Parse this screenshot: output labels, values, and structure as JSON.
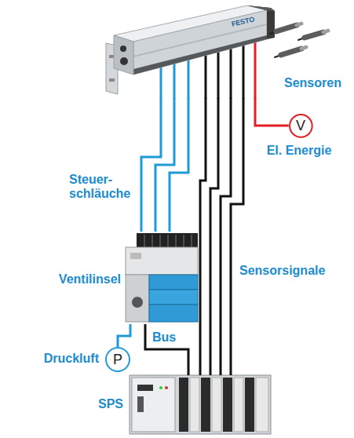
{
  "diagram": {
    "nodes": [
      {
        "text": [
          "FESTO"
        ]
      },
      {
        "text": [
          "Ventilinsel"
        ]
      },
      {
        "text": [
          "P",
          "Druckluft"
        ]
      },
      {
        "text": [
          "SPS"
        ]
      },
      {
        "text": [
          "V",
          "El. Energie"
        ]
      }
    ],
    "edges": [
      {
        "from": 0,
        "to": 1,
        "arrow": "none"
      },
      {
        "from": 0,
        "to": 1,
        "arrow": "none"
      },
      {
        "from": 0,
        "to": 1,
        "arrow": "none"
      },
      {
        "from": 0,
        "to": 4,
        "arrow": "none"
      },
      {
        "from": 1,
        "to": 2,
        "arrow": "none"
      },
      {
        "from": 1,
        "to": 3,
        "label": "Bus",
        "arrow": "none"
      },
      {
        "from": 0,
        "to": 3,
        "arrow": "none"
      },
      {
        "from": 0,
        "to": 3,
        "arrow": "none"
      },
      {
        "from": 0,
        "to": 3,
        "arrow": "none"
      },
      {
        "from": 0,
        "to": 3,
        "arrow": "none"
      }
    ],
    "labels": [
      "Sensoren",
      "Steuer- schläuche",
      "Sensorsignale"
    ]
  }
}
